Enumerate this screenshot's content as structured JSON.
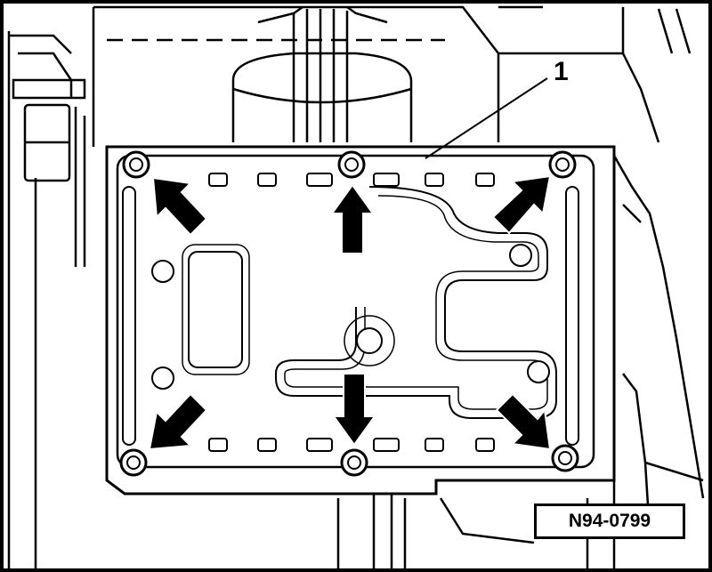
{
  "figure": {
    "callout_label": "1",
    "reference_code": "N94-0799",
    "ink_color": "#000000",
    "background_color": "#ffffff",
    "arrow_count": 6,
    "screw_count": 6
  }
}
